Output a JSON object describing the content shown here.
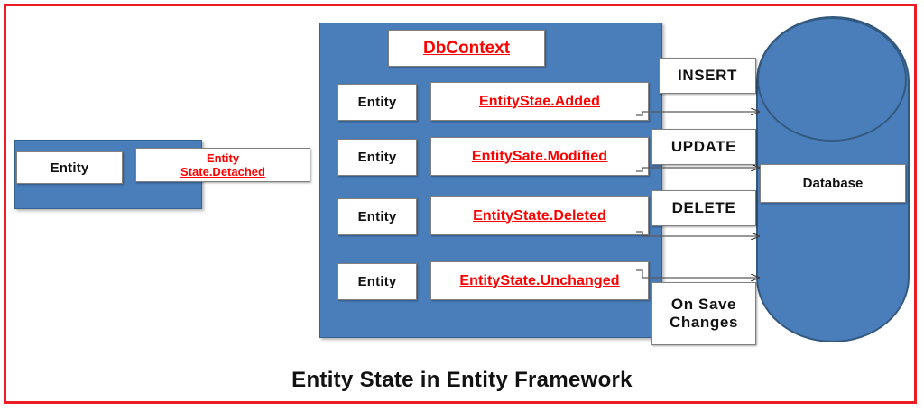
{
  "diagram": {
    "caption": "Entity State in Entity Framework",
    "frame_color": "#ec1c24",
    "accent_blue": "#4a7ebb",
    "state_text_color": "#ff0000"
  },
  "detached_group": {
    "entity_label": "Entity",
    "state_prefix": "Entity ",
    "state_underlined": "State.Detached"
  },
  "context": {
    "title": "DbContext",
    "rows": [
      {
        "entity_label": "Entity",
        "state_label": "EntityStae.Added"
      },
      {
        "entity_label": "Entity",
        "state_label": "EntitySate.Modified"
      },
      {
        "entity_label": "Entity",
        "state_label": "EntityState.Deleted"
      },
      {
        "entity_label": "Entity",
        "state_label": "EntityState.Unchanged"
      }
    ]
  },
  "operations": [
    {
      "label": "INSERT"
    },
    {
      "label": "UPDATE"
    },
    {
      "label": "DELETE"
    },
    {
      "label": "On Save\nChanges",
      "line1": "On Save",
      "line2": "Changes"
    }
  ],
  "database": {
    "label": "Database"
  }
}
